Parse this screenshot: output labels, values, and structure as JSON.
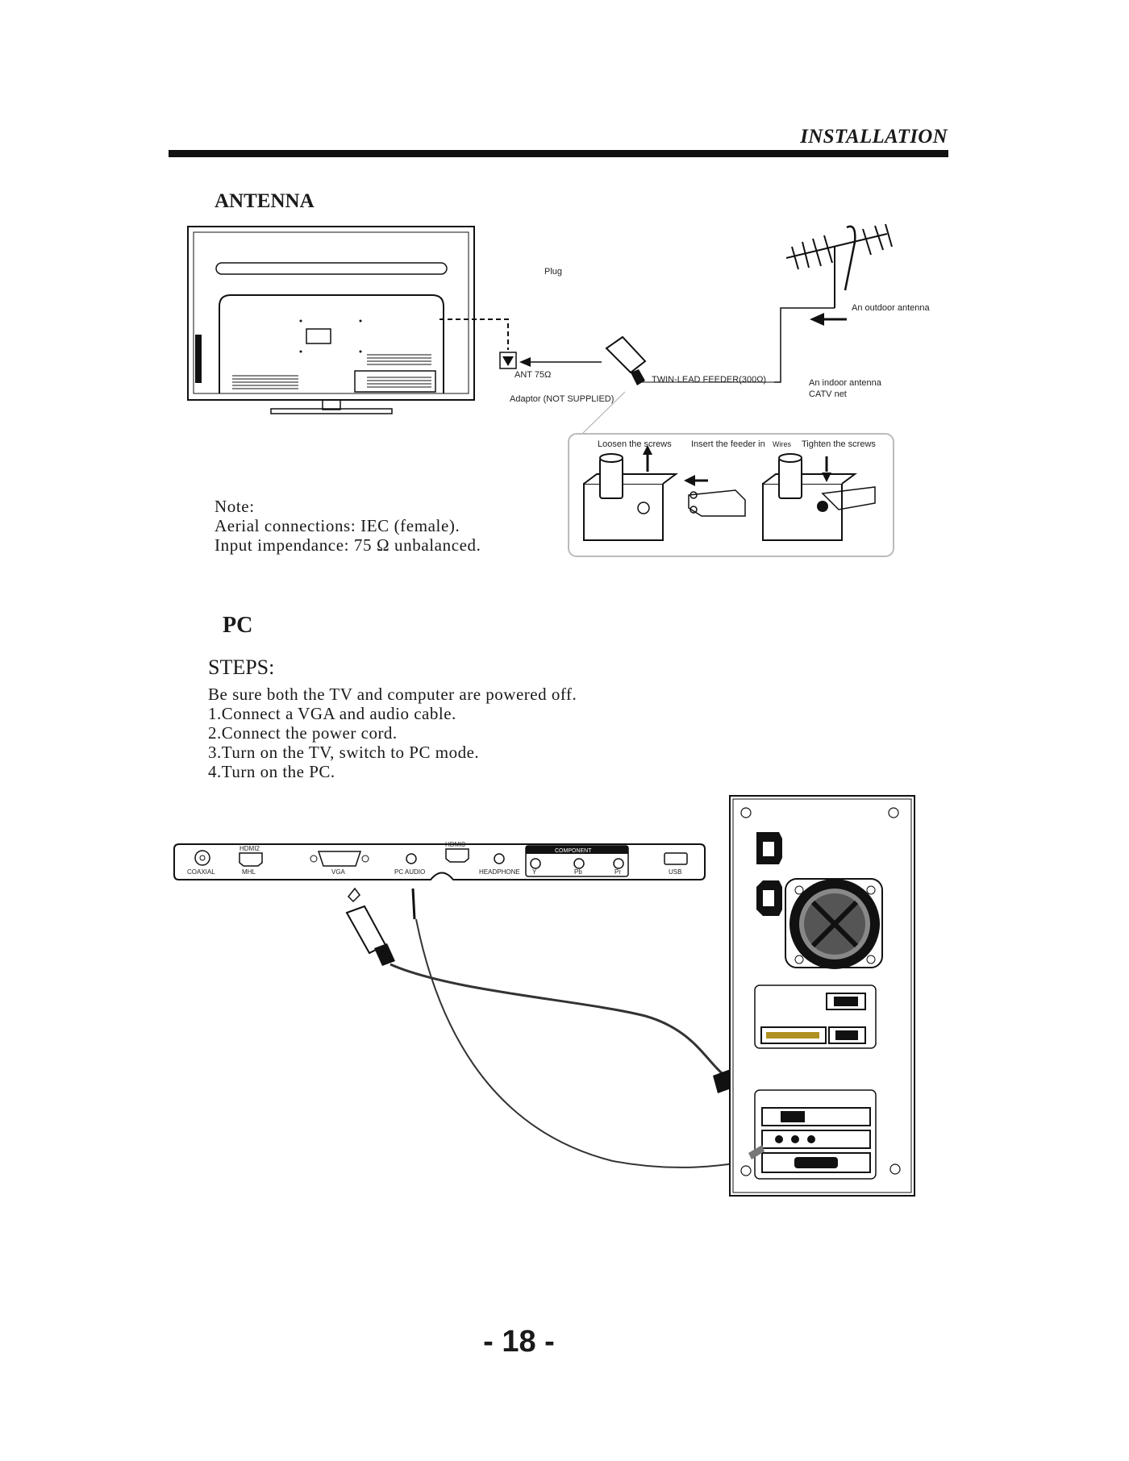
{
  "header": {
    "section": "INSTALLATION"
  },
  "antenna": {
    "title": "ANTENNA",
    "labels": {
      "plug": "Plug",
      "outdoor_antenna": "An outdoor antenna",
      "ant": "ANT 75Ω",
      "twin_lead": "TWIN-LEAD FEEDER(300Ω)",
      "adaptor": "Adaptor  (NOT SUPPLIED)",
      "indoor_antenna": "An indoor antenna",
      "catv": "CATV net",
      "loosen": "Loosen the screws",
      "insert": "Insert the feeder in",
      "wires": "Wires",
      "tighten": "Tighten the screws"
    },
    "note": {
      "heading": "Note:",
      "lines": [
        "Aerial connections: IEC (female).",
        "Input impendance: 75 Ω unbalanced."
      ]
    }
  },
  "pc": {
    "title": "PC",
    "steps_title": "STEPS:",
    "steps": [
      "Be sure both the TV and computer are powered off.",
      "1.Connect a VGA and audio cable.",
      "2.Connect the power cord.",
      "3.Turn on the TV, switch  to PC mode.",
      "4.Turn on the PC."
    ],
    "ports": {
      "coaxial": "COAXIAL",
      "hdmi2": "HDMI2",
      "mhl": "MHL",
      "vga": "VGA",
      "hdmi3": "HDMI3",
      "pc_audio": "PC AUDIO",
      "headphone": "HEADPHONE",
      "component": "COMPONENT",
      "y": "Y",
      "pb": "Pb",
      "pr": "Pr",
      "usb": "USB"
    }
  },
  "footer": {
    "page_number": "- 18 -"
  }
}
